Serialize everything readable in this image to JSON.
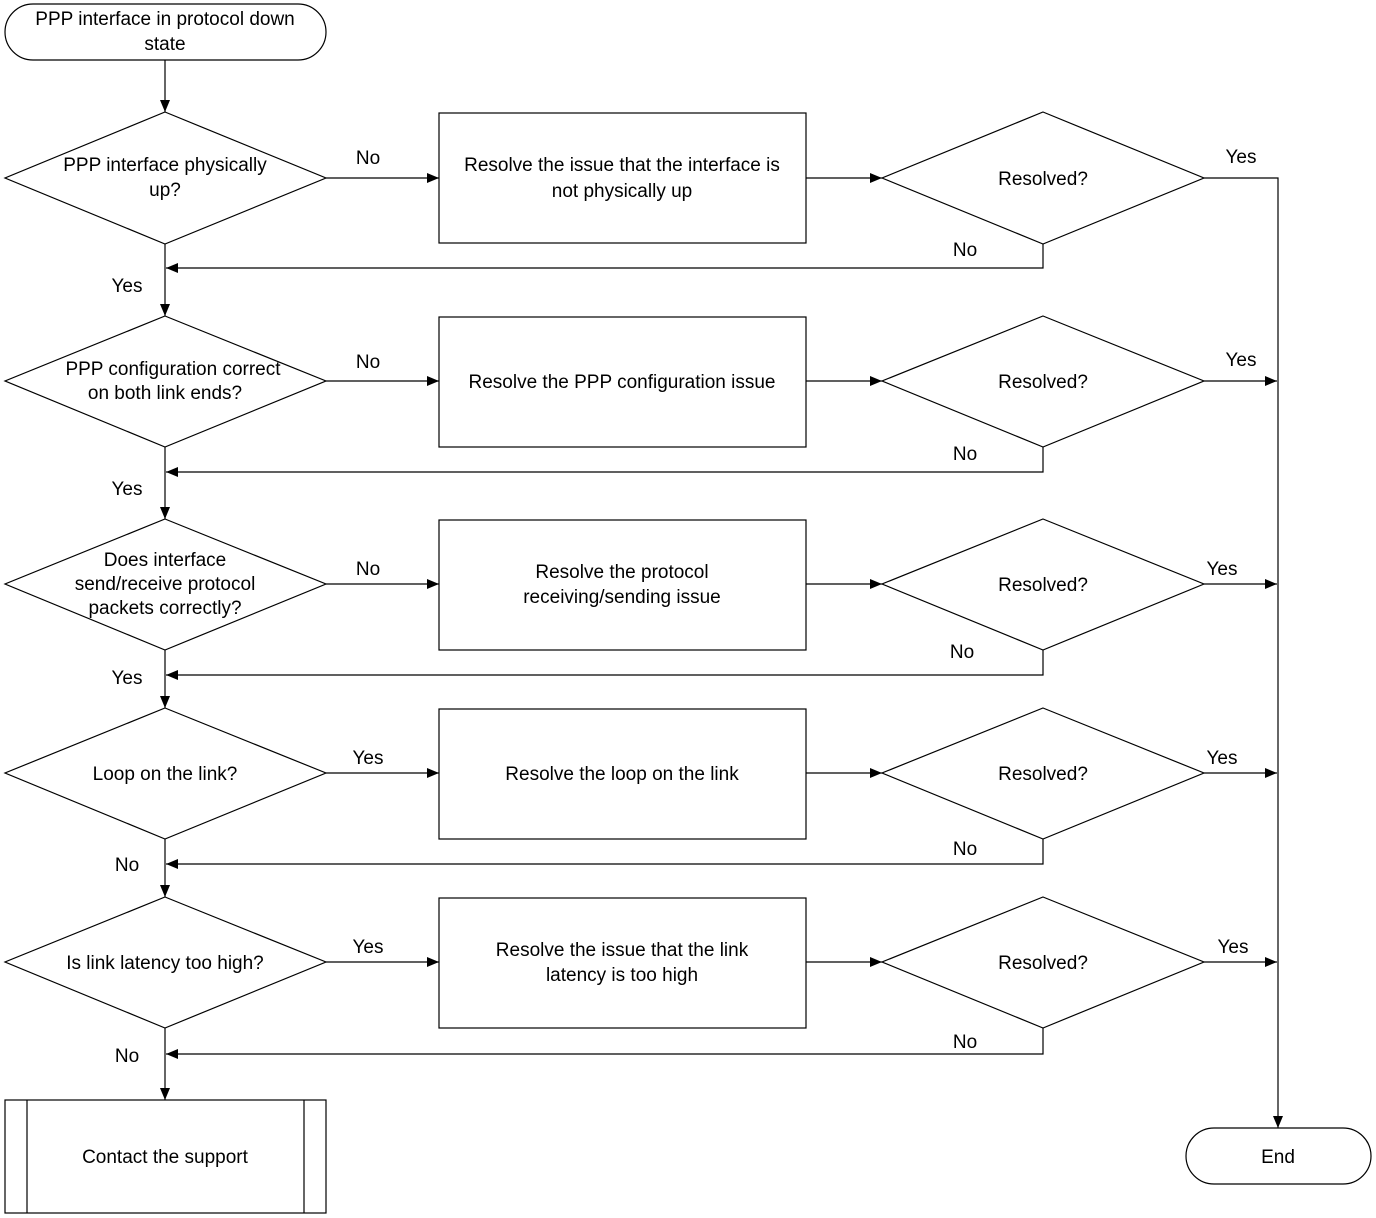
{
  "start": {
    "lines": [
      "PPP interface in protocol down",
      "state"
    ]
  },
  "end": {
    "label": "End"
  },
  "support": {
    "label": "Contact the support"
  },
  "steps": [
    {
      "question": [
        "PPP interface physically",
        "up?"
      ],
      "action_branch": "No",
      "action": [
        "Resolve the issue that the interface is",
        "not physically up"
      ],
      "check": "Resolved?",
      "resolved_yes": "Yes",
      "resolved_no": "No",
      "continue_label": "Yes"
    },
    {
      "question": [
        "PPP configuration correct",
        "on both link ends?"
      ],
      "action_branch": "No",
      "action": [
        "Resolve the PPP configuration issue"
      ],
      "check": "Resolved?",
      "resolved_yes": "Yes",
      "resolved_no": "No",
      "continue_label": "Yes"
    },
    {
      "question": [
        "Does interface",
        "send/receive protocol",
        "packets correctly?"
      ],
      "action_branch": "No",
      "action": [
        "Resolve the protocol",
        "receiving/sending issue"
      ],
      "check": "Resolved?",
      "resolved_yes": "Yes",
      "resolved_no": "No",
      "continue_label": "Yes"
    },
    {
      "question": [
        "Loop on the link?"
      ],
      "action_branch": "Yes",
      "action": [
        "Resolve the loop on the link"
      ],
      "check": "Resolved?",
      "resolved_yes": "Yes",
      "resolved_no": "No",
      "continue_label": "No"
    },
    {
      "question": [
        "Is link latency too high?"
      ],
      "action_branch": "Yes",
      "action": [
        "Resolve the issue that the link",
        "latency is too high"
      ],
      "check": "Resolved?",
      "resolved_yes": "Yes",
      "resolved_no": "No",
      "continue_label": "No"
    }
  ]
}
